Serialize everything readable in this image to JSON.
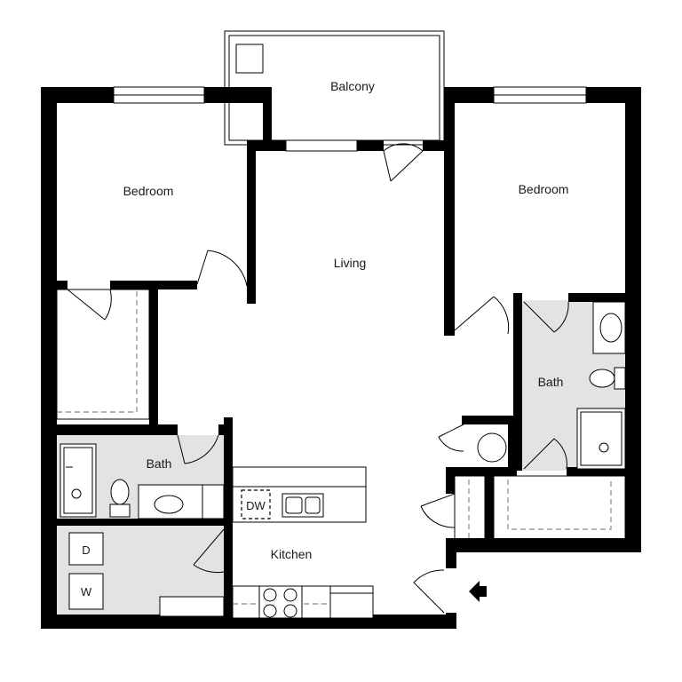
{
  "rooms": {
    "balcony": "Balcony",
    "bedroom_left": "Bedroom",
    "bedroom_right": "Bedroom",
    "living": "Living",
    "bath_left": "Bath",
    "bath_right": "Bath",
    "kitchen": "Kitchen"
  },
  "appliances": {
    "dishwasher": "DW",
    "dryer": "D",
    "washer": "W"
  },
  "colors": {
    "wall": "#000000",
    "wet_area": "#e3e3e3",
    "dashed": "#888888"
  }
}
